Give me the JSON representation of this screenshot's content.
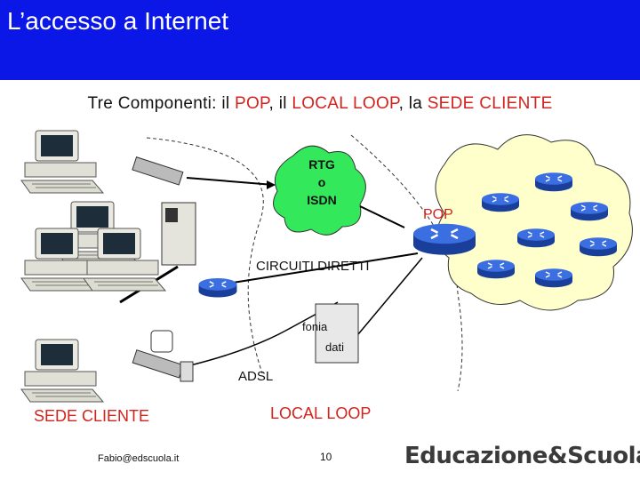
{
  "header": {
    "title": "L’accesso a Internet"
  },
  "subtitle": {
    "prefix": "Tre Componenti: il ",
    "pop": "POP",
    "sep1": ", il ",
    "loop": "LOCAL LOOP",
    "sep2": ", la ",
    "sede": "SEDE CLIENTE"
  },
  "diagram": {
    "cloud_label_1": "RTG",
    "cloud_label_2": "o",
    "cloud_label_3": "ISDN",
    "pop_label": "POP",
    "circuiti_label": "CIRCUITI DIRETTI",
    "fonia_label": "fonia",
    "dati_label": "dati",
    "adsl_label": "ADSL",
    "sede_cliente": "SEDE CLIENTE",
    "local_loop": "LOCAL LOOP"
  },
  "footer": {
    "email": "Fabio@edscuola.it",
    "page": "10",
    "logo": "Educazione&Scuola"
  },
  "colors": {
    "header": "#0b17e6",
    "accent_red": "#d2231d",
    "cloud_green": "#33e85a",
    "pop_cloud": "#ffffcc",
    "router": "#2a55c8"
  }
}
